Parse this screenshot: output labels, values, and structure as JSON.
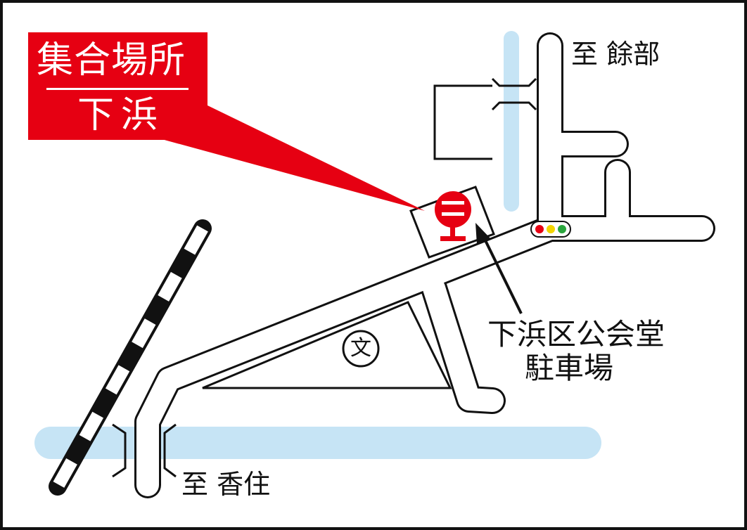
{
  "callout": {
    "title": "集合場所",
    "place": "下浜"
  },
  "labels": {
    "to_amarube": "至 餘部",
    "to_kasumi": "至 香住",
    "hall_line1": "下浜区公会堂",
    "hall_line2": "駐車場",
    "school_symbol": "文"
  },
  "icons": {
    "meeting_point": "bus-stop-icon",
    "school": "school-map-symbol",
    "signal": "traffic-signal-icon",
    "railway": "railway-line",
    "river": "river"
  },
  "colors": {
    "callout_red": "#e60012",
    "river_blue": "#c6e4f5",
    "signal_red": "#e60012",
    "signal_yellow": "#f2d400",
    "signal_green": "#2aa63d"
  }
}
